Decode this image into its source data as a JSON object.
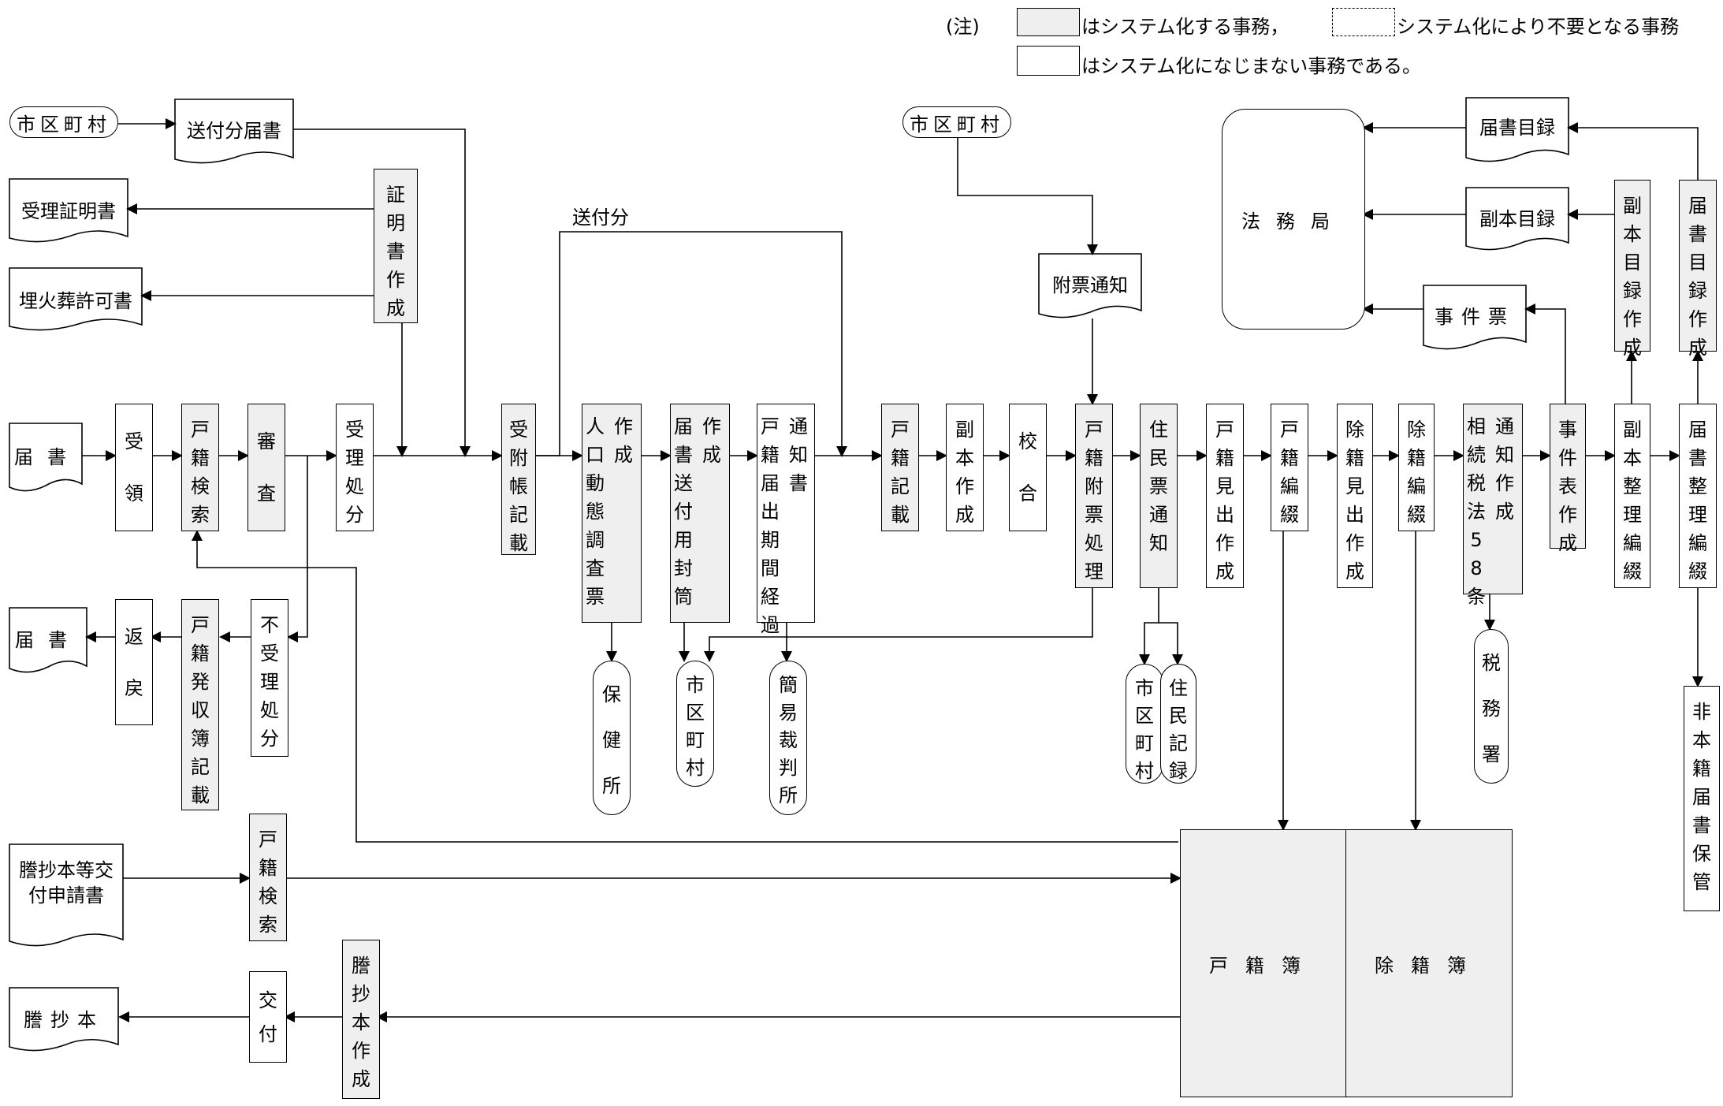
{
  "legend": {
    "note": "(注)",
    "system": "はシステム化する事務，",
    "unnecessary": "システム化により不要となる事務",
    "not_suited": "はシステム化になじまない事務である。"
  },
  "external": {
    "municipality_left": "市区町村",
    "municipality_center": "市区町村",
    "ministry": "法務局",
    "health_center": "保健所",
    "municipality_small": "市区町村",
    "summary_court": "簡易裁判所",
    "municipality_bottom": "市区町村",
    "resident_register": "住民記録",
    "tax_office": "税務署"
  },
  "documents": {
    "sent_notification": "送付分届書",
    "acceptance_certificate": "受理証明書",
    "burial_permit": "埋火葬許可書",
    "notification_in": "届書",
    "notification_returned": "届書",
    "copy_request": "謄抄本等交付申請書",
    "copy_out": "謄抄本",
    "attached_notice": "附票通知",
    "notification_catalog": "届書目録",
    "duplicate_catalog": "副本目録",
    "case_slip": "事件票",
    "non_domicile_storage": "非本籍届書保管"
  },
  "labels": {
    "sent_portion": "送付分"
  },
  "steps": {
    "receive": "受領",
    "koseki_search": "戸籍検索",
    "examine": "審査",
    "accept": "受理処分",
    "certificate_make": "証明書作成",
    "return": "返戻",
    "koseki_return_log": "戸籍発収簿記載",
    "reject": "不受理処分",
    "register_entry": "受附帳記載",
    "vital_stats": [
      "作成",
      "人口動態調査票"
    ],
    "mailing": [
      "作成",
      "届書送付用封筒"
    ],
    "overdue_notice": [
      "通知書",
      "戸籍届出期間経過"
    ],
    "koseki_entry": "戸籍記載",
    "duplicate_make": "副本作成",
    "proofread": "校合",
    "attached_process": "戸籍附票処理",
    "resident_notice": "住民票通知",
    "koseki_heading": "戸籍見出作成",
    "koseki_file": "戸籍編綴",
    "removed_heading": "除籍見出作成",
    "removed_file": "除籍編綴",
    "tax_notice": [
      "通知作成",
      "相続税法58条"
    ],
    "case_table": "事件表作成",
    "duplicate_arrange": "副本整理編綴",
    "notification_arrange": "届書整理編綴",
    "duplicate_catalog_make": "副本目録作成",
    "notification_catalog_make": "届書目録作成",
    "koseki_search_2": "戸籍検索",
    "issue": "交付",
    "copy_make": "謄抄本作成"
  },
  "registers": {
    "koseki": "戸籍簿",
    "removed": "除籍簿"
  }
}
